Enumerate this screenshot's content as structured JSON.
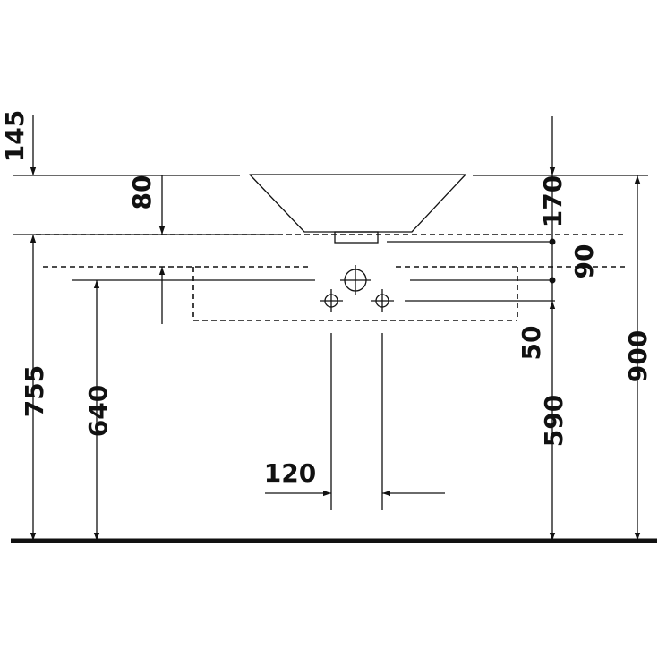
{
  "dimensions": {
    "d145": "145",
    "d80": "80",
    "d170": "170",
    "d90": "90",
    "d50": "50",
    "d755": "755",
    "d640": "640",
    "d900": "900",
    "d590": "590",
    "d120": "120"
  },
  "colors": {
    "line": "#111111",
    "background": "#ffffff"
  }
}
